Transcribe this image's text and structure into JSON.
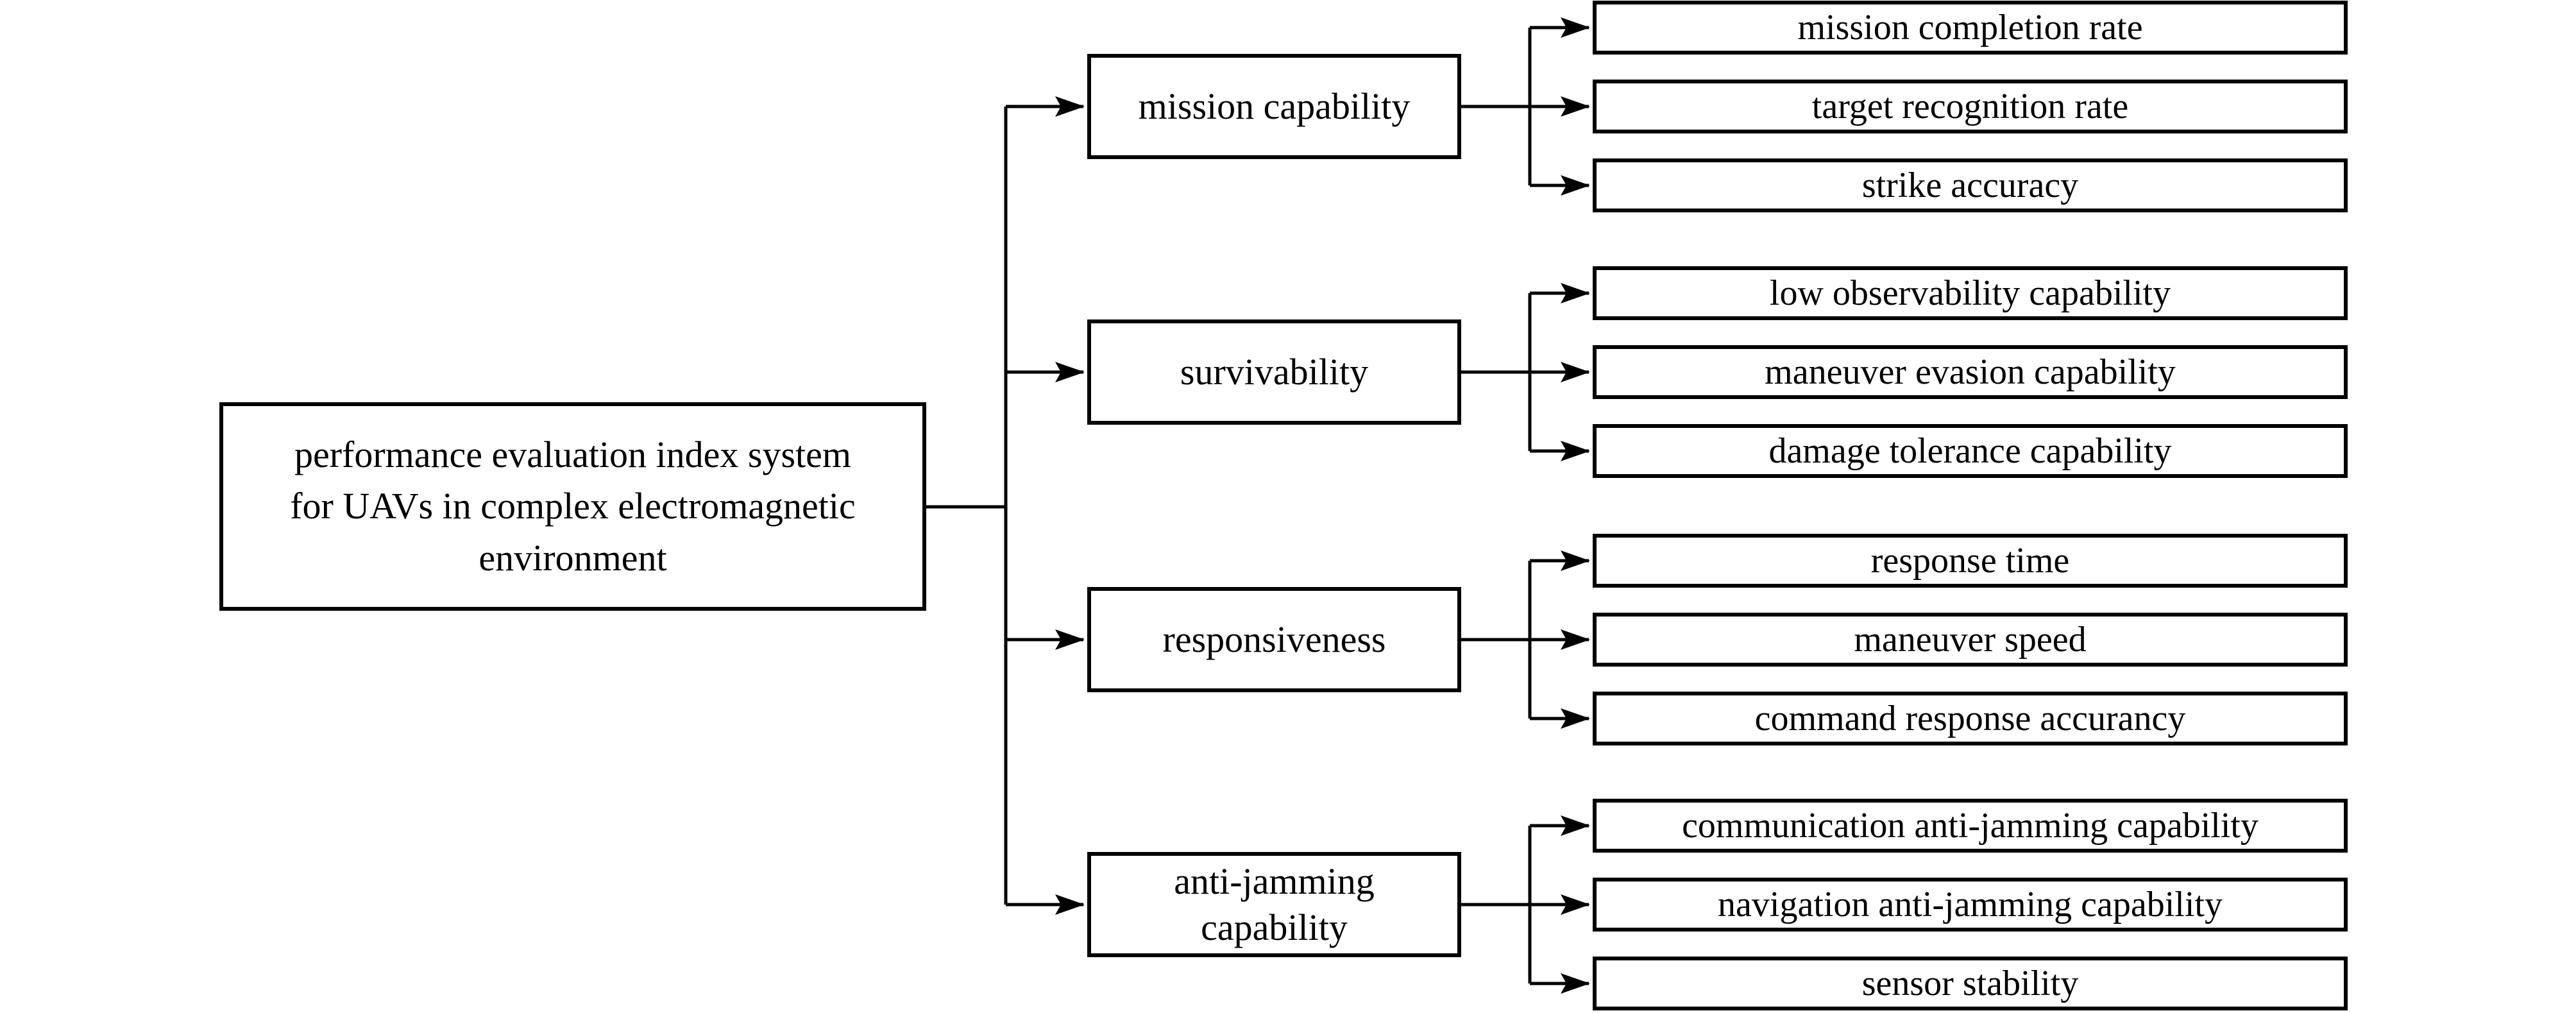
{
  "diagram": {
    "title": "performance evaluation index system for UAVs in complex electromagnetic environment",
    "root": {
      "label": "performance evaluation index system\nfor UAVs in complex electromagnetic\nenvironment"
    },
    "branches": [
      {
        "label": "mission capability",
        "children": [
          {
            "label": "mission completion rate"
          },
          {
            "label": "target recognition rate"
          },
          {
            "label": "strike accuracy"
          }
        ]
      },
      {
        "label": "survivability",
        "children": [
          {
            "label": "low observability capability"
          },
          {
            "label": "maneuver evasion capability"
          },
          {
            "label": "damage tolerance capability"
          }
        ]
      },
      {
        "label": "responsiveness",
        "children": [
          {
            "label": "response time"
          },
          {
            "label": "maneuver speed"
          },
          {
            "label": "command response accurancy"
          }
        ]
      },
      {
        "label": "anti-jamming\ncapability",
        "children": [
          {
            "label": "communication anti-jamming capability"
          },
          {
            "label": "navigation anti-jamming capability"
          },
          {
            "label": "sensor stability"
          }
        ]
      }
    ],
    "colors": {
      "line": "#000000",
      "box_border": "#000000",
      "box_fill": "#ffffff",
      "text": "#000000",
      "background": "#ffffff"
    }
  }
}
